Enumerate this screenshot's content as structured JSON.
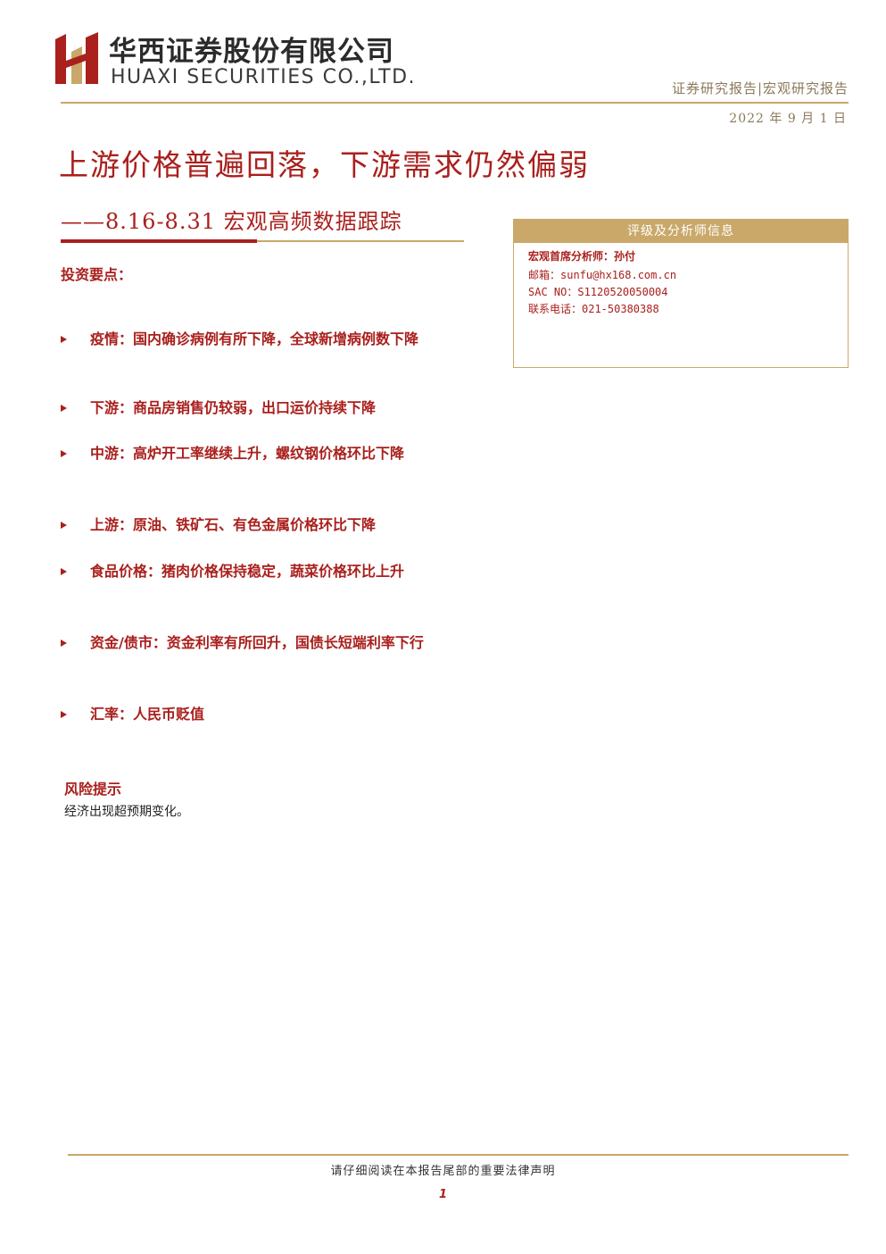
{
  "header": {
    "company_cn": "华西证券股份有限公司",
    "company_en": "HUAXI SECURITIES CO.,LTD.",
    "report_type": "证券研究报告|宏观研究报告",
    "date": "2022 年 9 月 1 日"
  },
  "title": "上游价格普遍回落，下游需求仍然偏弱",
  "subtitle": "——8.16-8.31 宏观高频数据跟踪",
  "key_points": {
    "heading": "投资要点：",
    "items": [
      "疫情：国内确诊病例有所下降，全球新增病例数下降",
      "下游：商品房销售仍较弱，出口运价持续下降",
      "中游：高炉开工率继续上升，螺纹钢价格环比下降",
      "上游：原油、铁矿石、有色金属价格环比下降",
      "食品价格：猪肉价格保持稳定，蔬菜价格环比上升",
      "资金/债市：资金利率有所回升，国债长短端利率下行",
      "汇率：人民币贬值"
    ]
  },
  "risk": {
    "heading": "风险提示",
    "text": "经济出现超预期变化。"
  },
  "analyst_box": {
    "header": "评级及分析师信息",
    "name_label": "宏观首席分析师：",
    "name": "孙付",
    "email": "邮箱：sunfu@hx168.com.cn",
    "sac": "SAC NO：S1120520050004",
    "phone": "联系电话：021-50380388"
  },
  "footer": {
    "note": "请仔细阅读在本报告尾部的重要法律声明",
    "page": "1"
  },
  "colors": {
    "brand_red": "#a9201d",
    "gold": "#c9a86a"
  }
}
